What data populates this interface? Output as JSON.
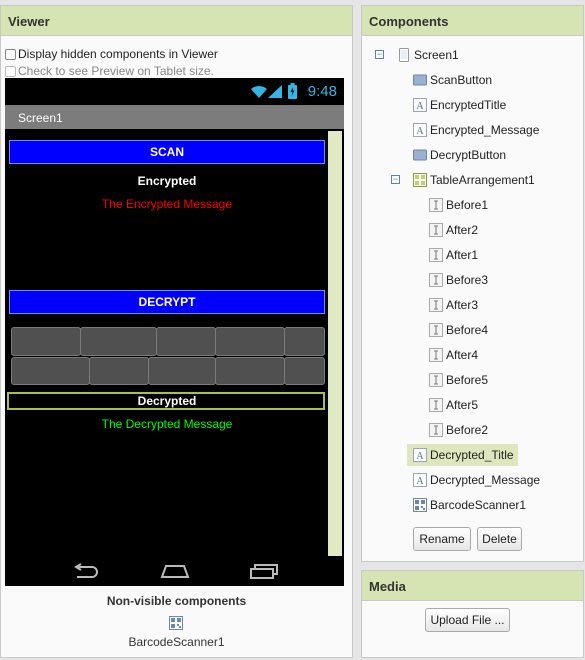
{
  "viewer": {
    "title": "Viewer",
    "show_hidden_label": "Display hidden components in Viewer",
    "tablet_preview_label": "Check to see Preview on Tablet size.",
    "status_time": "9:48",
    "screen_title": "Screen1",
    "scan_button": "SCAN",
    "encrypted_title": "Encrypted",
    "encrypted_message": "The Encrypted Message",
    "decrypt_button": "DECRYPT",
    "decrypted_title": "Decrypted",
    "decrypted_message": "The Decrypted Message",
    "nonvisible_heading": "Non-visible components",
    "nonvisible_item": "BarcodeScanner1"
  },
  "components": {
    "title": "Components",
    "tree": [
      {
        "label": "Screen1",
        "icon": "screen-icon"
      },
      {
        "label": "ScanButton",
        "icon": "button-icon"
      },
      {
        "label": "EncryptedTitle",
        "icon": "label-icon"
      },
      {
        "label": "Encrypted_Message",
        "icon": "label-icon"
      },
      {
        "label": "DecryptButton",
        "icon": "button-icon"
      },
      {
        "label": "TableArrangement1",
        "icon": "table-icon"
      },
      {
        "label": "Before1",
        "icon": "textbox-icon"
      },
      {
        "label": "After2",
        "icon": "textbox-icon"
      },
      {
        "label": "After1",
        "icon": "textbox-icon"
      },
      {
        "label": "Before3",
        "icon": "textbox-icon"
      },
      {
        "label": "After3",
        "icon": "textbox-icon"
      },
      {
        "label": "Before4",
        "icon": "textbox-icon"
      },
      {
        "label": "After4",
        "icon": "textbox-icon"
      },
      {
        "label": "Before5",
        "icon": "textbox-icon"
      },
      {
        "label": "After5",
        "icon": "textbox-icon"
      },
      {
        "label": "Before2",
        "icon": "textbox-icon"
      },
      {
        "label": "Decrypted_Title",
        "icon": "label-icon",
        "selected": true
      },
      {
        "label": "Decrypted_Message",
        "icon": "label-icon"
      },
      {
        "label": "BarcodeScanner1",
        "icon": "barcode-icon"
      }
    ],
    "rename_button": "Rename",
    "delete_button": "Delete"
  },
  "media": {
    "title": "Media",
    "upload_button": "Upload File ..."
  },
  "colors": {
    "header_bg": "#d6e3b3",
    "button_blue": "#0000ff",
    "encrypted_red": "#ff0000",
    "decrypted_green": "#00ff00",
    "status_blue": "#33b5e5",
    "selection_bg": "#dde6bd"
  }
}
